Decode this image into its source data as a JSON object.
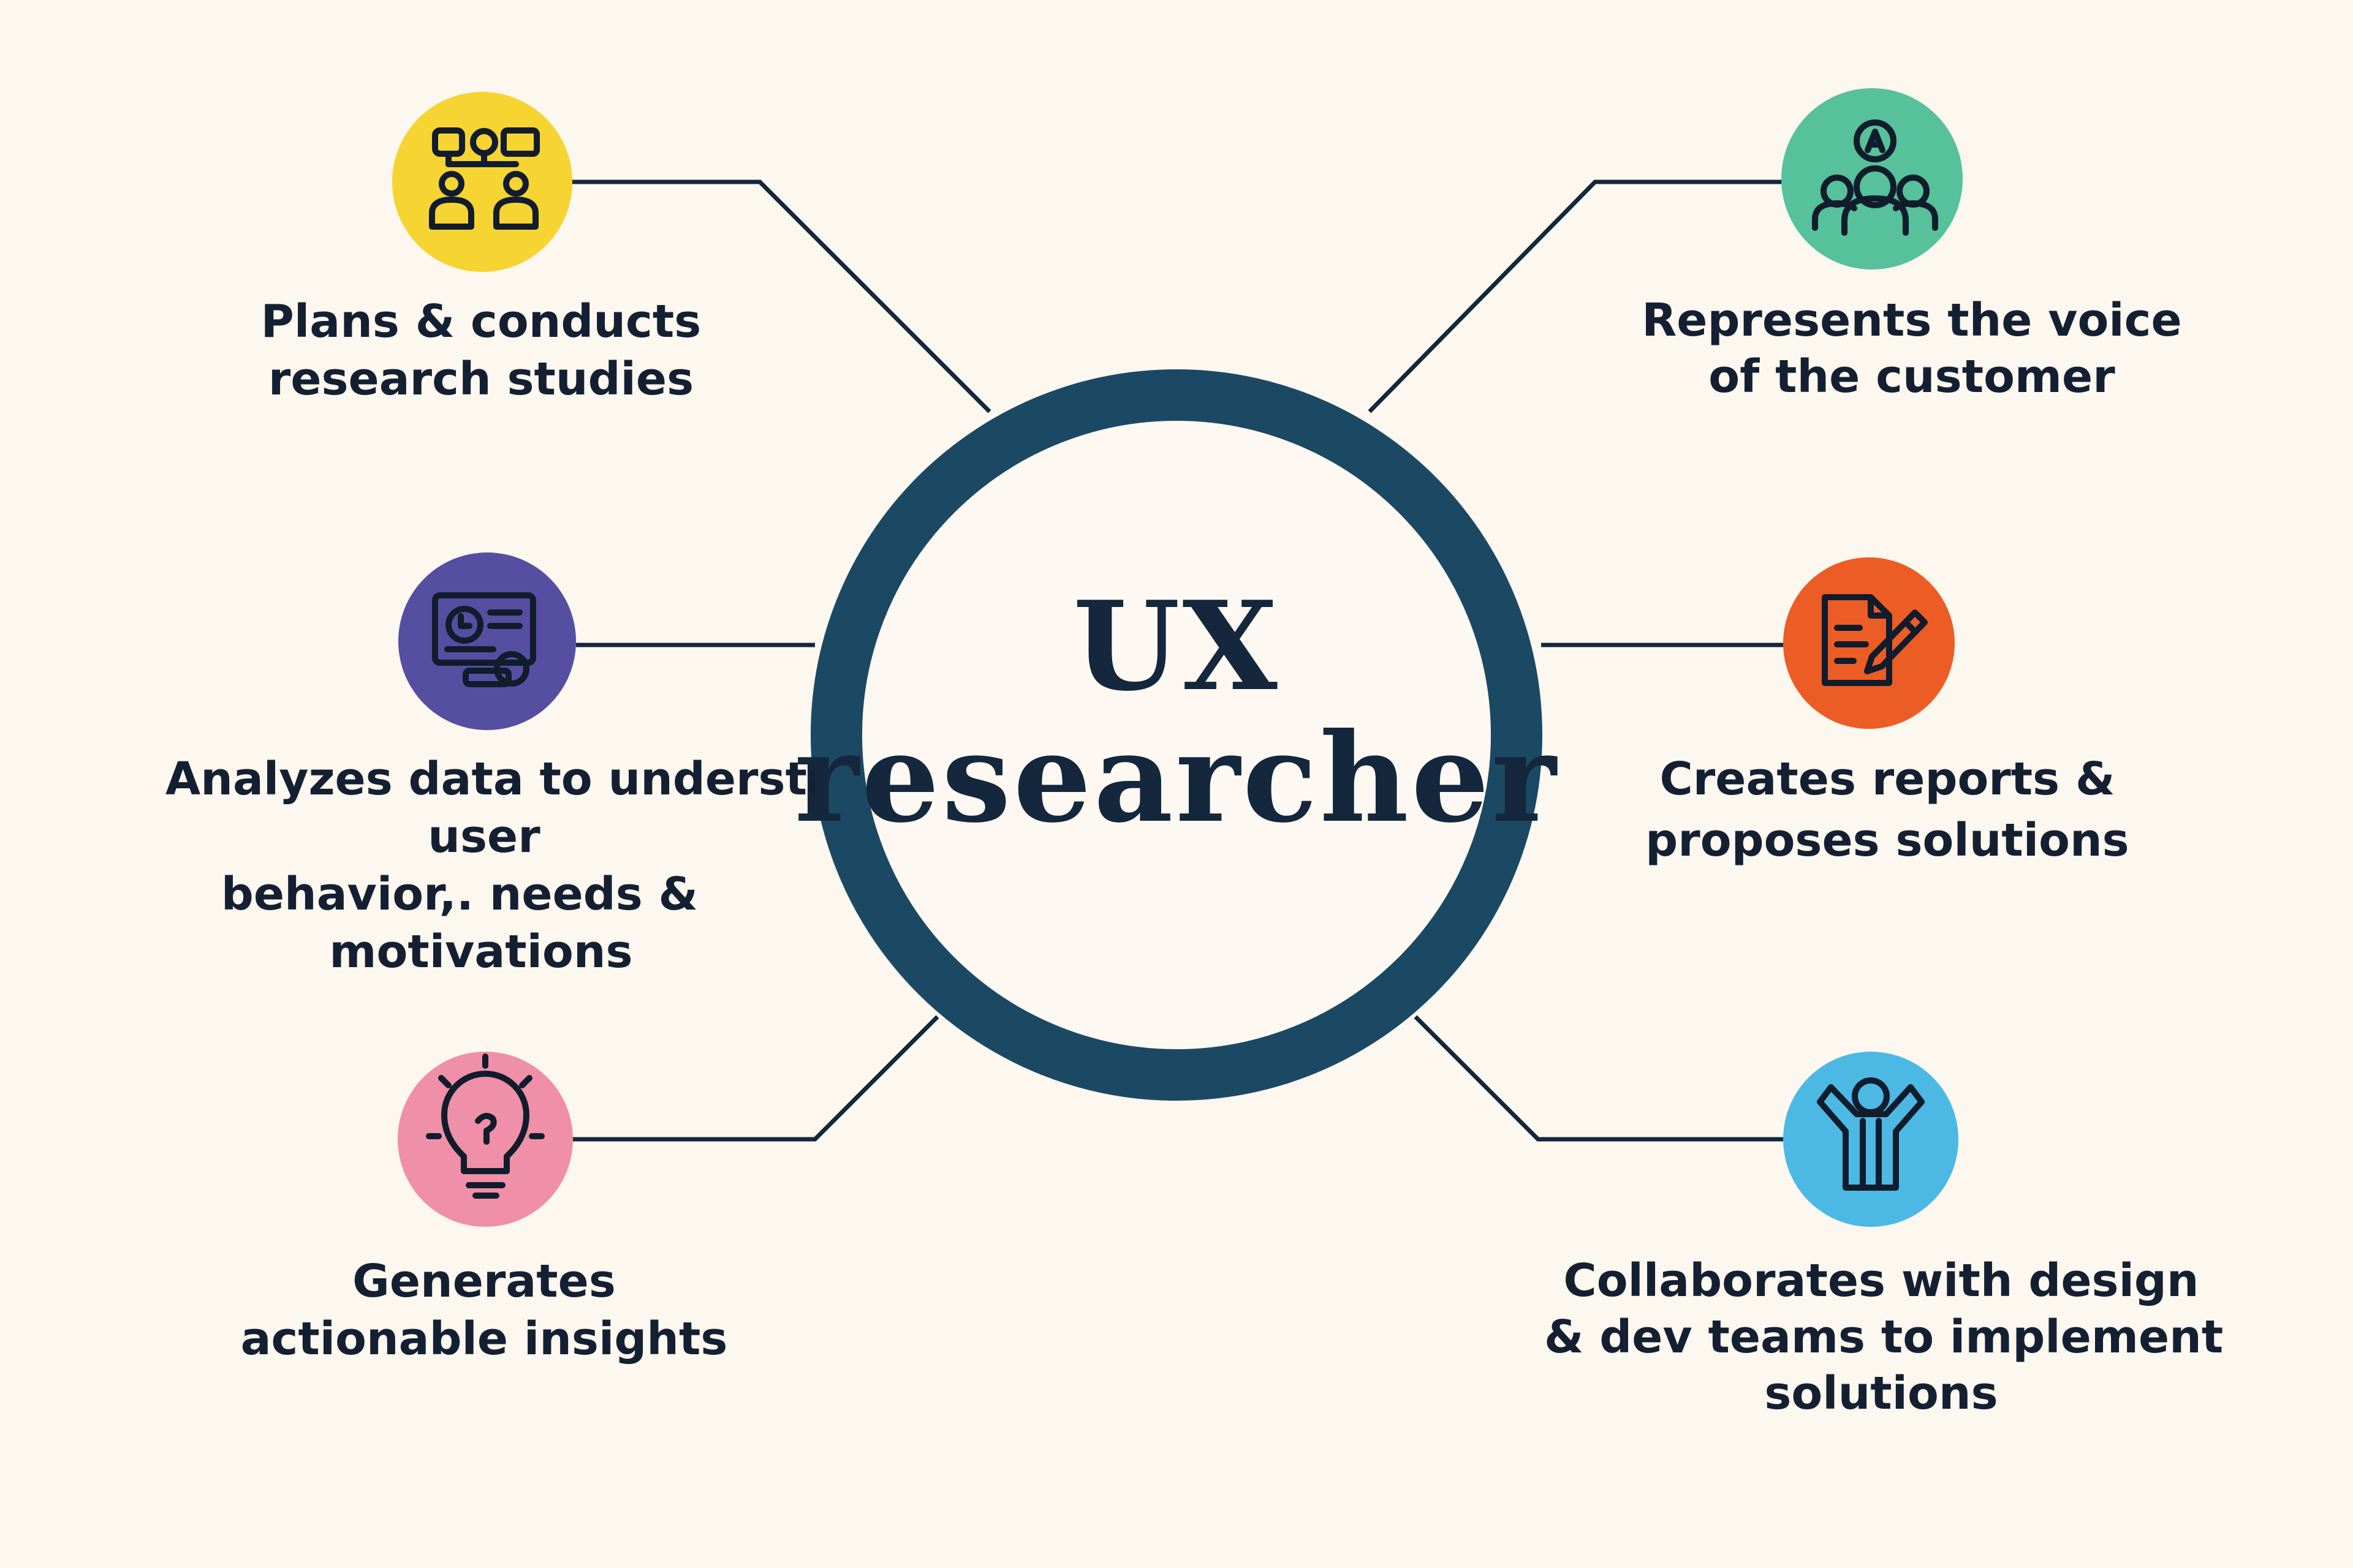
{
  "hub": {
    "title_line1": "UX",
    "title_line2": "researcher"
  },
  "roles": [
    {
      "icon": "research-planning-icon",
      "color": "#f6d431",
      "lines": [
        "Plans & conducts",
        "research studies"
      ]
    },
    {
      "icon": "data-dashboard-icon",
      "color": "#564ea1",
      "lines": [
        "Analyzes data to understand",
        "user",
        "behavior,. needs &",
        "motivations"
      ]
    },
    {
      "icon": "lightbulb-icon",
      "color": "#f08fa8",
      "lines": [
        "Generates",
        "actionable insights"
      ]
    },
    {
      "icon": "customer-group-icon",
      "color": "#56c19a",
      "lines": [
        "Represents the voice",
        "of the customer"
      ]
    },
    {
      "icon": "report-pen-icon",
      "color": "#ec5d26",
      "lines": [
        "Creates reports &",
        "proposes solutions"
      ]
    },
    {
      "icon": "collaboration-icon",
      "color": "#4bb9e4",
      "lines": [
        "Collaborates with design",
        "& dev teams to implement",
        "solutions"
      ]
    }
  ]
}
